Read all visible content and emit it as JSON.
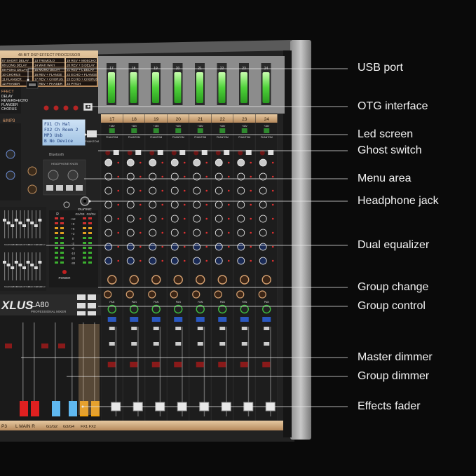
{
  "callouts": {
    "usb_port": "USB port",
    "otg_interface": "OTG interface",
    "led_screen": "Led screen",
    "ghost_switch": "Ghost switch",
    "menu_area": "Menu area",
    "headphone_jack": "Headphone jack",
    "dual_equalizer": "Dual equalizer",
    "group_change": "Group change",
    "group_control": "Group control",
    "master_dimmer": "Master dimmer",
    "group_dimmer": "Group dimmer",
    "effects_fader": "Effects fader"
  },
  "brand": {
    "logo": "XLUS",
    "model": "LA80",
    "tagline": "PROFESSIONAL MIXER"
  },
  "dsp": {
    "header": "48-BIT DSP EFFECT PROCESSOR",
    "col1": [
      "07 SHORT DELAY",
      "08 LONG DELAY",
      "09 PONG DELAY",
      "10 CHORUS",
      "11 FLANGER",
      "12 PHASER"
    ],
    "col2": [
      "13 TREMOLO",
      "14 WAH WAH",
      "15 MONO DELAY",
      "16 REV + FLANGE",
      "17 REV + CHORUS",
      "18 REV + PHASER"
    ],
    "col3": [
      "19 REV + MOECHO",
      "20 REV + S DELAY",
      "21 REV + L DELAY",
      "22 ECHO + FLANGE",
      "23 ECHO + CHORUS",
      "24 PITCH"
    ],
    "fx_panel_title": "FFECT",
    "fx_list": [
      "DELAY",
      "REVERB+ECHO",
      "FLANGER",
      "CHORUS"
    ],
    "mp3_label": "6/MP3"
  },
  "display": {
    "lines": [
      "FX1 Ch Hal",
      "FX2 Ch Room 2",
      "MP3 Usb",
      "B No Device"
    ],
    "icon_label": "Bluetooth",
    "button_label": "PHANTOM",
    "menu_label": "HEADPHONE KNOB"
  },
  "headphone_label": "PHONE",
  "meter": {
    "labels": [
      "R",
      "G1/G3",
      "G2/G4"
    ],
    "values": [
      "+12",
      "+9",
      "+6",
      "+3",
      "0",
      "-3",
      "-6",
      "-10",
      "-20",
      "-30"
    ]
  },
  "eq": {
    "freqs": [
      "63Hz",
      "160Hz",
      "250Hz",
      "630Hz",
      "1KHz",
      "2.5KHz",
      "4KHz",
      "6.3KHz",
      "10KHz",
      "16KHz"
    ]
  },
  "channels": [
    "17",
    "18",
    "19",
    "20",
    "21",
    "22",
    "23",
    "24"
  ],
  "strip_labels": {
    "db": "+48V",
    "phantom": "PHANTOM",
    "pan": "PAN"
  },
  "bottom_labels": {
    "p3": "P3",
    "main": "L MAIN R",
    "g12": "G1/G2",
    "g34": "G3/G4",
    "fx": "FX1 FX2"
  },
  "power_label": "POWER"
}
